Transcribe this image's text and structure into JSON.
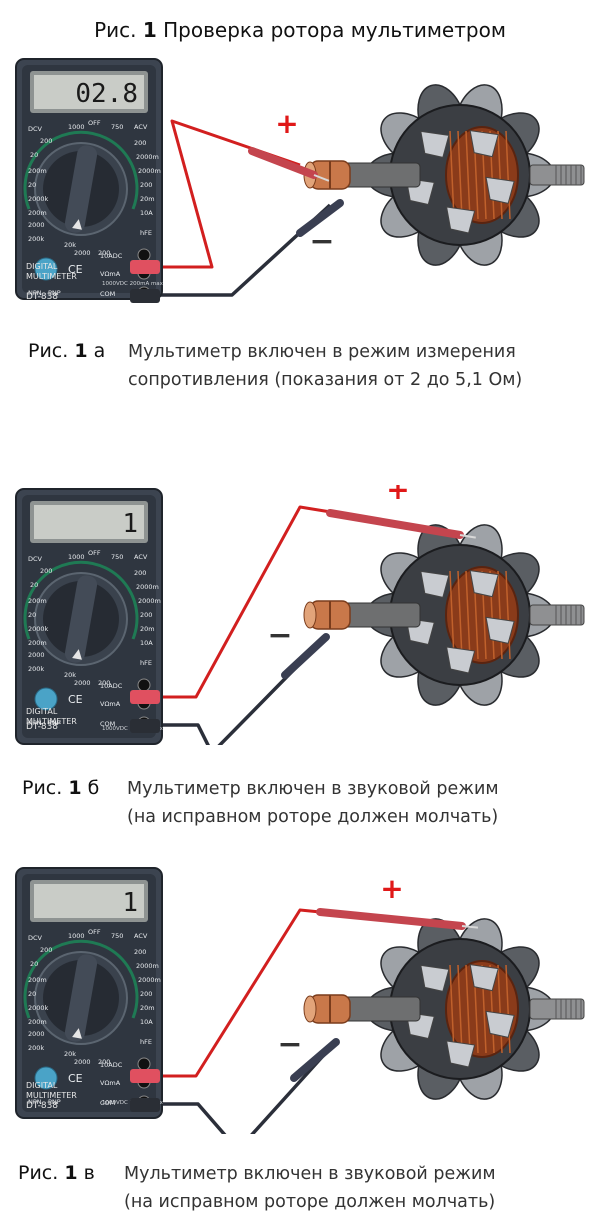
{
  "title": {
    "prefix": "Рис.",
    "num": "1",
    "text": "Проверка ротора мультиметром"
  },
  "meter": {
    "model": "DT-838",
    "brand_line1": "DIGITAL",
    "brand_line2": "MULTIMETER",
    "port_10a": "10ADC",
    "port_vma": "VΩmA",
    "port_com": "COM",
    "warn": "1000VDC 200mA max",
    "labels": [
      "DCV",
      "1000",
      "OFF",
      "750",
      "ACV",
      "200",
      "200",
      "20",
      "2000m",
      "200m",
      "2000m",
      "20",
      "200",
      "2000k",
      "20m",
      "200m",
      "2000",
      "10A",
      "hFE",
      "200k",
      "20k",
      "2000",
      "200",
      "NPN",
      "PNP",
      "CE"
    ]
  },
  "figures": [
    {
      "id": "a",
      "lcd": "02.8",
      "plus": "+",
      "minus": "−",
      "cap_prefix": "Рис.",
      "cap_num": "1",
      "cap_letter": "а",
      "cap_line1": "Мультиметр включен в режим измерения",
      "cap_line2": "сопротивления (показания от 2 до 5,1 Ом)"
    },
    {
      "id": "b",
      "lcd": "1",
      "plus": "+",
      "minus": "−",
      "cap_prefix": "Рис.",
      "cap_num": "1",
      "cap_letter": "б",
      "cap_line1": "Мультиметр включен в звуковой режим",
      "cap_line2": "(на исправном роторе должен молчать)"
    },
    {
      "id": "c",
      "lcd": "1",
      "plus": "+",
      "minus": "−",
      "cap_prefix": "Рис.",
      "cap_num": "1",
      "cap_letter": "в",
      "cap_line1": "Мультиметр включен в звуковой режим",
      "cap_line2": "(на исправном роторе должен молчать)"
    }
  ],
  "colors": {
    "meter_body": "#3c4450",
    "lcd_bg": "#c9ccc7",
    "red_lead": "#d21f1f",
    "black_lead": "#2b2f3a",
    "probe_red": "#c4454e",
    "copper": "#c9784a"
  }
}
